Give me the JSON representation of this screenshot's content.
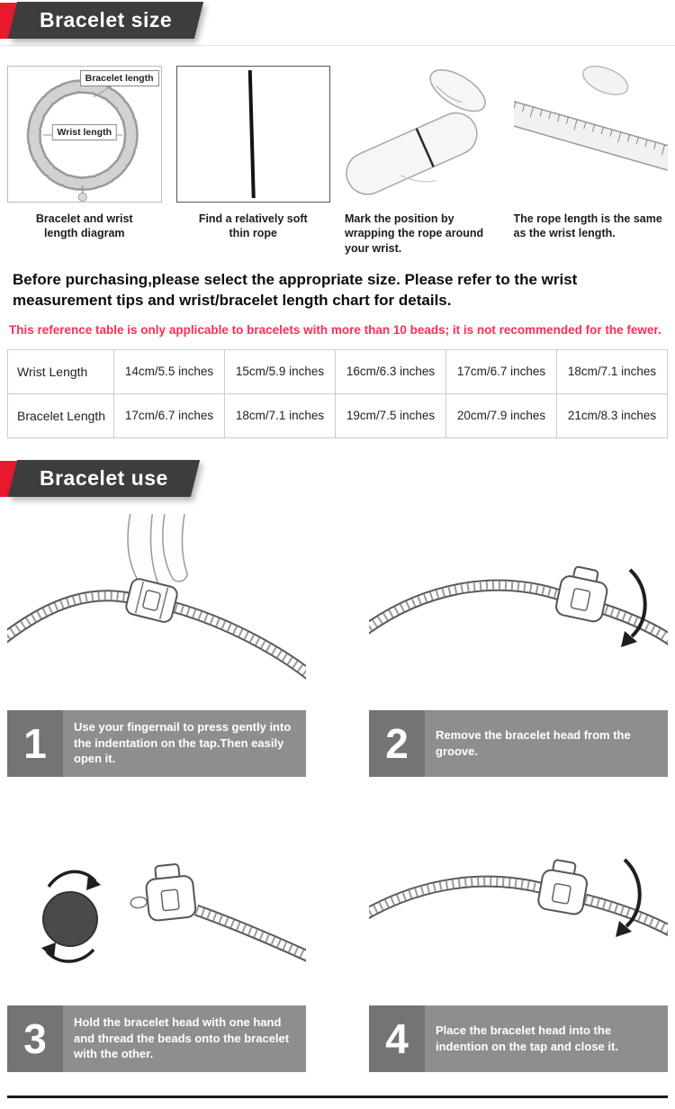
{
  "banners": {
    "size_label": "Bracelet size",
    "use_label": "Bracelet use"
  },
  "measure_steps": [
    {
      "caption": "Bracelet and wrist length diagram",
      "label_bracelet_length": "Bracelet length",
      "label_wrist_length": "Wrist length"
    },
    {
      "caption": "Find a relatively soft thin rope"
    },
    {
      "caption": "Mark the position by wrapping the rope around your wrist."
    },
    {
      "caption": "The rope length is the same as the wrist length."
    }
  ],
  "notice": {
    "intro": "Before purchasing,please select the appropriate size. Please refer to the wrist measurement tips and wrist/bracelet length chart for details.",
    "warning": "This reference table is only applicable to bracelets with more than 10 beads; it is not recommended for the fewer."
  },
  "size_table": {
    "rows": [
      {
        "header": "Wrist Length",
        "cells": [
          "14cm/5.5 inches",
          "15cm/5.9 inches",
          "16cm/6.3 inches",
          "17cm/6.7 inches",
          "18cm/7.1 inches"
        ]
      },
      {
        "header": "Bracelet Length",
        "cells": [
          "17cm/6.7 inches",
          "18cm/7.1 inches",
          "19cm/7.5 inches",
          "20cm/7.9 inches",
          "21cm/8.3 inches"
        ]
      }
    ]
  },
  "use_steps": [
    {
      "number": "1",
      "text": "Use your fingernail to press gently into the indentation on the tap.Then easily open it."
    },
    {
      "number": "2",
      "text": "Remove the bracelet head from the groove."
    },
    {
      "number": "3",
      "text": "Hold the bracelet head with one hand and thread the beads onto the bracelet with the other."
    },
    {
      "number": "4",
      "text": "Place the bracelet head into the indention on the tap and close it."
    }
  ],
  "colors": {
    "banner_accent": "#e8192c",
    "banner_bg": "#3d3d3d",
    "warning_red": "#ff2d55",
    "caption_bar": "#8e8e8e",
    "number_box": "#747474"
  }
}
